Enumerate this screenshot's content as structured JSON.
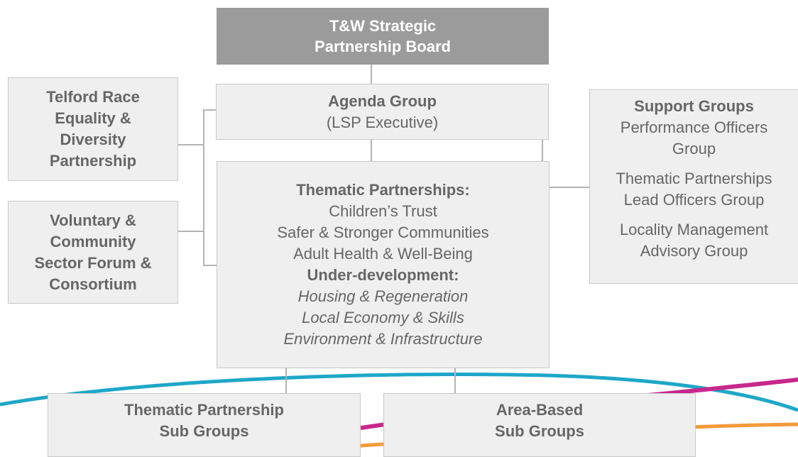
{
  "diagram": {
    "board": {
      "line1": "T&W Strategic",
      "line2": "Partnership Board"
    },
    "agenda": {
      "title": "Agenda Group",
      "subtitle": "(LSP Executive)"
    },
    "thematic": {
      "heading": "Thematic Partnerships:",
      "items": [
        "Children’s Trust",
        "Safer & Stronger Communities",
        "Adult Health & Well-Being"
      ],
      "dev_heading": "Under-development:",
      "dev_items": [
        "Housing & Regeneration",
        "Local Economy & Skills",
        "Environment & Infrastructure"
      ]
    },
    "race": {
      "lines": [
        "Telford Race",
        "Equality &",
        "Diversity",
        "Partnership"
      ]
    },
    "vcs": {
      "lines": [
        "Voluntary &",
        "Community",
        "Sector Forum &",
        "Consortium"
      ]
    },
    "support": {
      "title": "Support Groups",
      "g1": [
        "Performance Officers",
        "Group"
      ],
      "g2": [
        "Thematic Partnerships",
        "Lead Officers Group"
      ],
      "g3": [
        "Locality Management",
        "Advisory Group"
      ]
    },
    "subgroups": {
      "line1": "Thematic Partnership",
      "line2": "Sub Groups"
    },
    "areagroups": {
      "line1": "Area-Based",
      "line2": "Sub Groups"
    }
  },
  "colors": {
    "box_fill": "#efefef",
    "box_border": "#c9c9c9",
    "board_fill": "#9b9b9b",
    "text": "#666666",
    "connector": "#b4b4b4",
    "swoosh_teal": "#1ea7c8",
    "swoosh_magenta": "#c8288c",
    "swoosh_orange": "#f39a3a"
  }
}
